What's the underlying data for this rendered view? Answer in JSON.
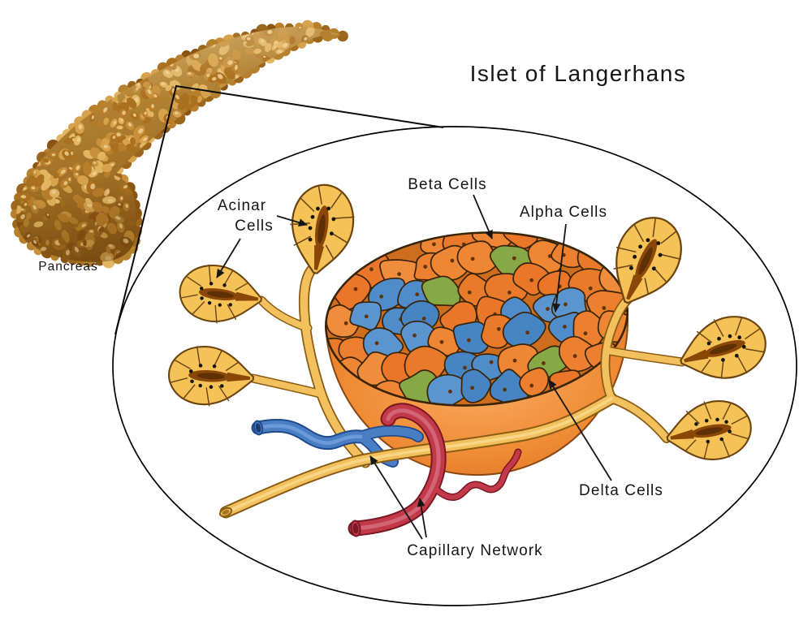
{
  "title": "Islet of Langerhans",
  "labels": {
    "pancreas": "Pancreas",
    "acinar_line1": "Acinar",
    "acinar_line2": "Cells",
    "beta": "Beta Cells",
    "alpha": "Alpha Cells",
    "delta": "Delta Cells",
    "capillary": "Capillary Network"
  },
  "islet_visible_counts": {
    "alpha_cell_clusters": 3,
    "delta_cells": 4,
    "acinar_clusters": 6
  },
  "colors": {
    "outline": "#3a2408",
    "label_text": "#161616",
    "beta_cell": "#ec8030",
    "beta_cell_alts": [
      "#ee8634",
      "#e97a2a",
      "#f08d3c",
      "#ea762a"
    ],
    "alpha_cell": "#4f8cc9",
    "alpha_cell_alts": [
      "#4684c3",
      "#5a95d0"
    ],
    "delta_cell": "#8fb04c",
    "delta_cell_alts": [
      "#86a945"
    ],
    "cell_nucleus": "#613409",
    "cell_grout": "#cf6d1e",
    "islet_body": "#f08c36",
    "acinar_fill": "#f5c257",
    "acinar_outline": "#6b4410",
    "acinar_lumen": "#8a4708",
    "acinar_lumen_dark": "#5f2f05",
    "acinar_dot": "#151515",
    "duct": "#f2c05c",
    "duct_outline": "#8a5c14",
    "vein": "#4a7ec4",
    "vein_outline": "#1f4a8c",
    "artery": "#c23a4a",
    "artery_outline": "#7a1722",
    "pancreas_base_light": "#c89a45",
    "pancreas_base_dark": "#8d5a16",
    "pancreas_lobules": [
      "#c8903a",
      "#d7a24b",
      "#b97e2a",
      "#ab701f",
      "#e2b561"
    ],
    "pancreas_edge": [
      "#9c671c",
      "#b5812c",
      "#8a5512"
    ],
    "pancreas_highlight": "#f0cf8d"
  }
}
